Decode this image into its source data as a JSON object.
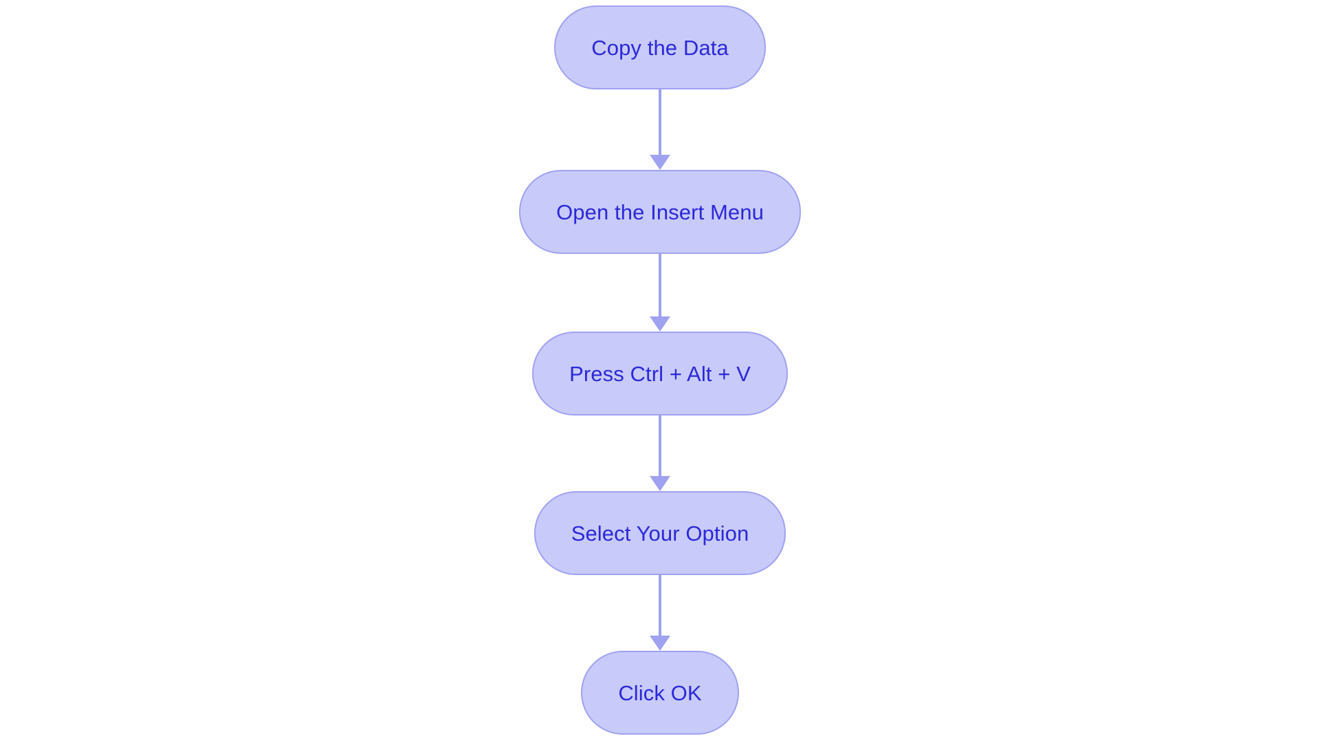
{
  "diagram": {
    "type": "flowchart",
    "orientation": "top-to-bottom",
    "background_color": "#ffffff",
    "node_fill_color": "#c8caf9",
    "node_border_color": "#9fa2f0",
    "node_text_color": "#2b28d8",
    "connector_color": "#9fa2f0",
    "node_shape": "stadium",
    "nodes": [
      {
        "id": "n1",
        "label": "Copy the Data"
      },
      {
        "id": "n2",
        "label": "Open the Insert Menu"
      },
      {
        "id": "n3",
        "label": "Press Ctrl + Alt + V"
      },
      {
        "id": "n4",
        "label": "Select Your Option"
      },
      {
        "id": "n5",
        "label": "Click OK"
      }
    ],
    "edges": [
      {
        "from": "n1",
        "to": "n2",
        "arrow": "down-arrow"
      },
      {
        "from": "n2",
        "to": "n3",
        "arrow": "down-arrow"
      },
      {
        "from": "n3",
        "to": "n4",
        "arrow": "down-arrow"
      },
      {
        "from": "n4",
        "to": "n5",
        "arrow": "down-arrow"
      }
    ]
  }
}
